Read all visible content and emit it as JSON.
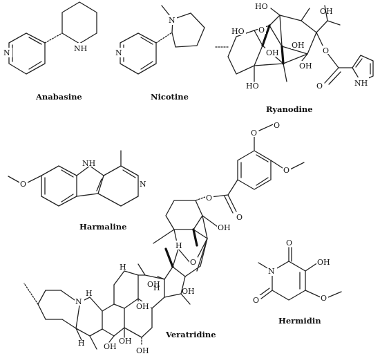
{
  "compounds": {
    "anabasine": {
      "name": "Anabasine",
      "atoms": {
        "n1": "N",
        "n2": "NH",
        "h": ""
      }
    },
    "nicotine": {
      "name": "Nicotine",
      "atoms": {
        "n1": "N",
        "n2": "N"
      }
    },
    "ryanodine": {
      "name": "Ryanodine",
      "atoms": {
        "oh1": "HO",
        "oh2": "OH",
        "oh3": "HO",
        "o1": "O",
        "oh4": "OH",
        "oh5": "OH",
        "oh6": "OH",
        "oh7": "HO",
        "o2": "O",
        "o3": "O",
        "nh": "NH"
      }
    },
    "harmaline": {
      "name": "Harmaline",
      "atoms": {
        "nh": "NH",
        "o": "O",
        "n": "N"
      }
    },
    "veratridine": {
      "name": "Veratridine",
      "atoms": {
        "o1": "O",
        "o2": "O",
        "o3": "O",
        "o4": "O",
        "oh1": "OH",
        "h1": "H",
        "o5": "O",
        "h2": "H",
        "h3": "H",
        "oh2": "OH",
        "oh3": "OH",
        "h4": "H",
        "n": "N",
        "h5": "H",
        "oh4": "OH",
        "oh5": "OH",
        "oh6": "OH",
        "oh7": "OH"
      }
    },
    "hermidin": {
      "name": "Hermidin",
      "atoms": {
        "o1": "O",
        "oh": "OH",
        "n": "N",
        "o2": "O",
        "o3": "O"
      }
    }
  }
}
